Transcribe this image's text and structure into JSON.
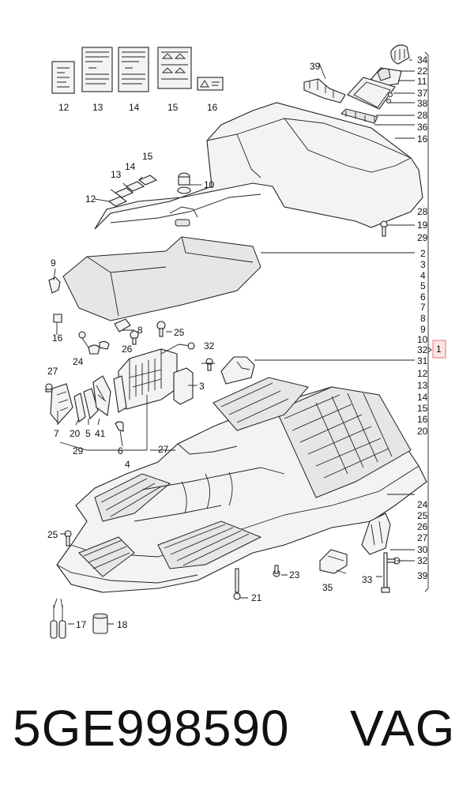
{
  "labels_top": [
    "12",
    "13",
    "14",
    "15",
    "16"
  ],
  "right_column": [
    "34",
    "22",
    "11",
    "37",
    "38",
    "28",
    "36",
    "16",
    "28",
    "19",
    "29",
    "2",
    "3",
    "4",
    "5",
    "6",
    "7",
    "8",
    "9",
    "10",
    "32",
    "31",
    "12",
    "13",
    "14",
    "15",
    "16",
    "20",
    "24",
    "25",
    "26",
    "27",
    "30",
    "32",
    "39"
  ],
  "bracket_marker": "1",
  "floating": {
    "l39": "39",
    "l15": "15",
    "l14": "14",
    "l13": "13",
    "l12": "12",
    "l10": "10",
    "l9": "9",
    "l16": "16",
    "l8": "8",
    "l25a": "25",
    "l26": "26",
    "l24": "24",
    "l32": "32",
    "l27": "27",
    "l3": "3",
    "l7": "7",
    "l20": "20",
    "l5": "5",
    "l41": "41",
    "l6": "6",
    "l29": "29",
    "l27b": "27",
    "l4": "4",
    "l25b": "25",
    "l23": "23",
    "l21": "21",
    "l35": "35",
    "l33": "33",
    "l17": "17",
    "l18": "18"
  },
  "footer": {
    "part_number": "5GE998590",
    "brand": "VAG"
  }
}
